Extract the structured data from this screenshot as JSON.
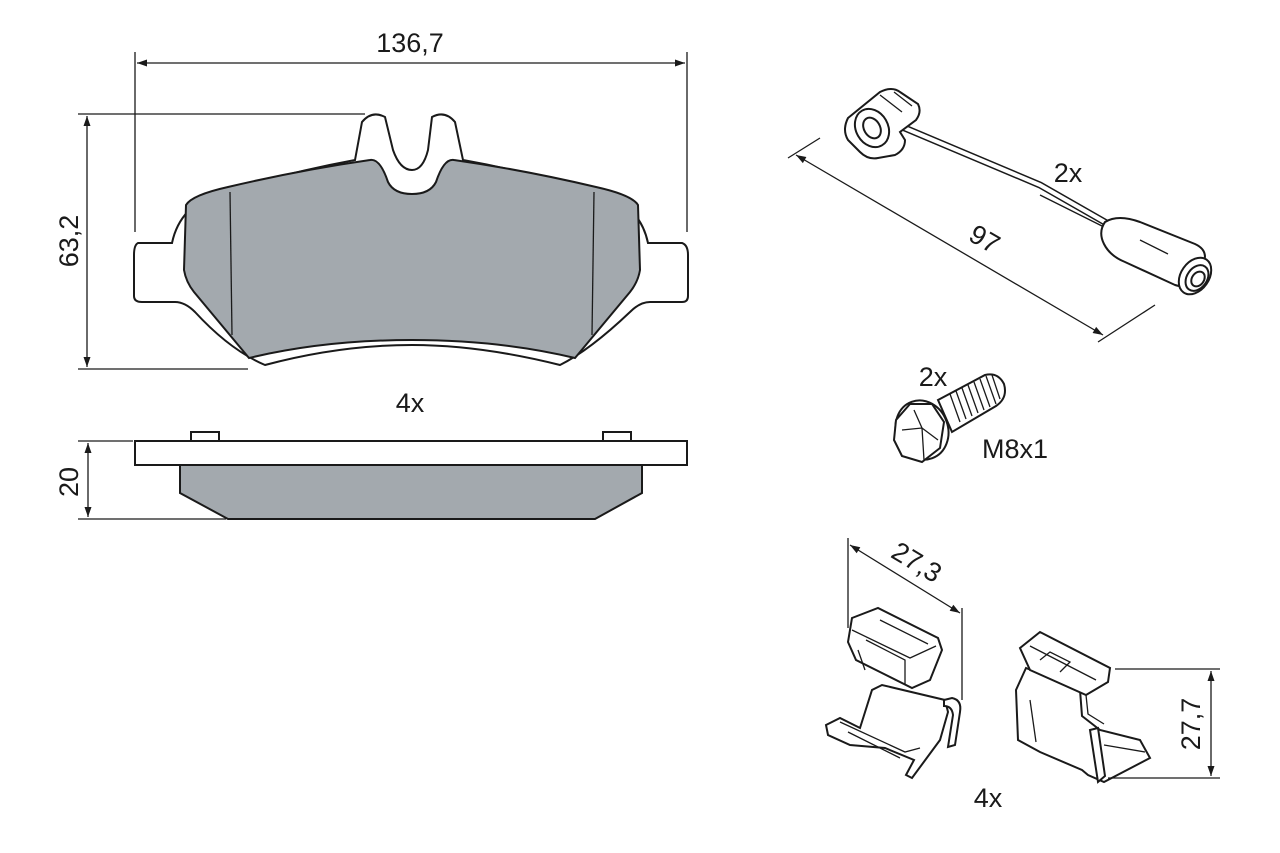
{
  "brake_pad": {
    "width_label": "136,7",
    "height_label": "63,2",
    "thickness_label": "20",
    "quantity_label": "4x"
  },
  "wear_sensor": {
    "quantity_label": "2x",
    "length_label": "97"
  },
  "bolt": {
    "quantity_label": "2x",
    "thread_label": "M8x1"
  },
  "clips": {
    "width_label": "27,3",
    "height_label": "27,7",
    "quantity_label": "4x"
  },
  "colors": {
    "friction_material": "#a3a9ae",
    "outline": "#1a1a1a",
    "background": "#ffffff"
  }
}
